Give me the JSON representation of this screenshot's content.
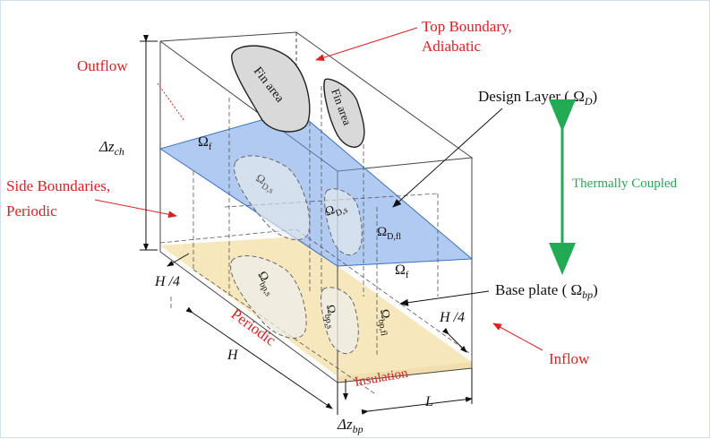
{
  "labels": {
    "top_boundary_l1": "Top Boundary,",
    "top_boundary_l2": "Adiabatic",
    "outflow": "Outflow",
    "side_l1": "Side Boundaries,",
    "side_l2": "Periodic",
    "inflow": "Inflow",
    "design_layer": "Design Layer ( Ω",
    "design_layer_sub": "D",
    "design_layer_close": ")",
    "thermally_coupled": "Thermally Coupled",
    "base_plate": "Base plate ( Ω",
    "base_plate_sub": "bp",
    "base_plate_close": ")",
    "fin_area_1": "Fin area",
    "fin_area_2": "Fin area",
    "omega_f_top": "Ω",
    "omega_f_top_sub": "f",
    "omega_f_right": "Ω",
    "omega_f_right_sub": "f",
    "omega_ds_1": "Ω",
    "omega_ds_1_sub": "D,s",
    "omega_ds_2": "Ω",
    "omega_ds_2_sub": "D,s",
    "omega_dfl": "Ω",
    "omega_dfl_sub": "D,fl",
    "omega_bps_1": "Ω",
    "omega_bps_1_sub": "bp,s",
    "omega_bps_2": "Ω",
    "omega_bps_2_sub": "bp,s",
    "omega_bpfl": "Ω",
    "omega_bpfl_sub": "bp,fl",
    "periodic": "Periodic",
    "insulation": "Insulation",
    "dz_ch": "Δz",
    "dz_ch_sub": "ch",
    "dz_bp": "Δz",
    "dz_bp_sub": "bp",
    "h4_left": "H /4",
    "h4_right": "H /4",
    "h": "H",
    "l": "L"
  },
  "colors": {
    "red": "#e02020",
    "green": "#22aa55",
    "blue_layer": "#6f9fe6",
    "base_fill": "#f3dfa6",
    "fin_fill": "#d9d9d9"
  }
}
